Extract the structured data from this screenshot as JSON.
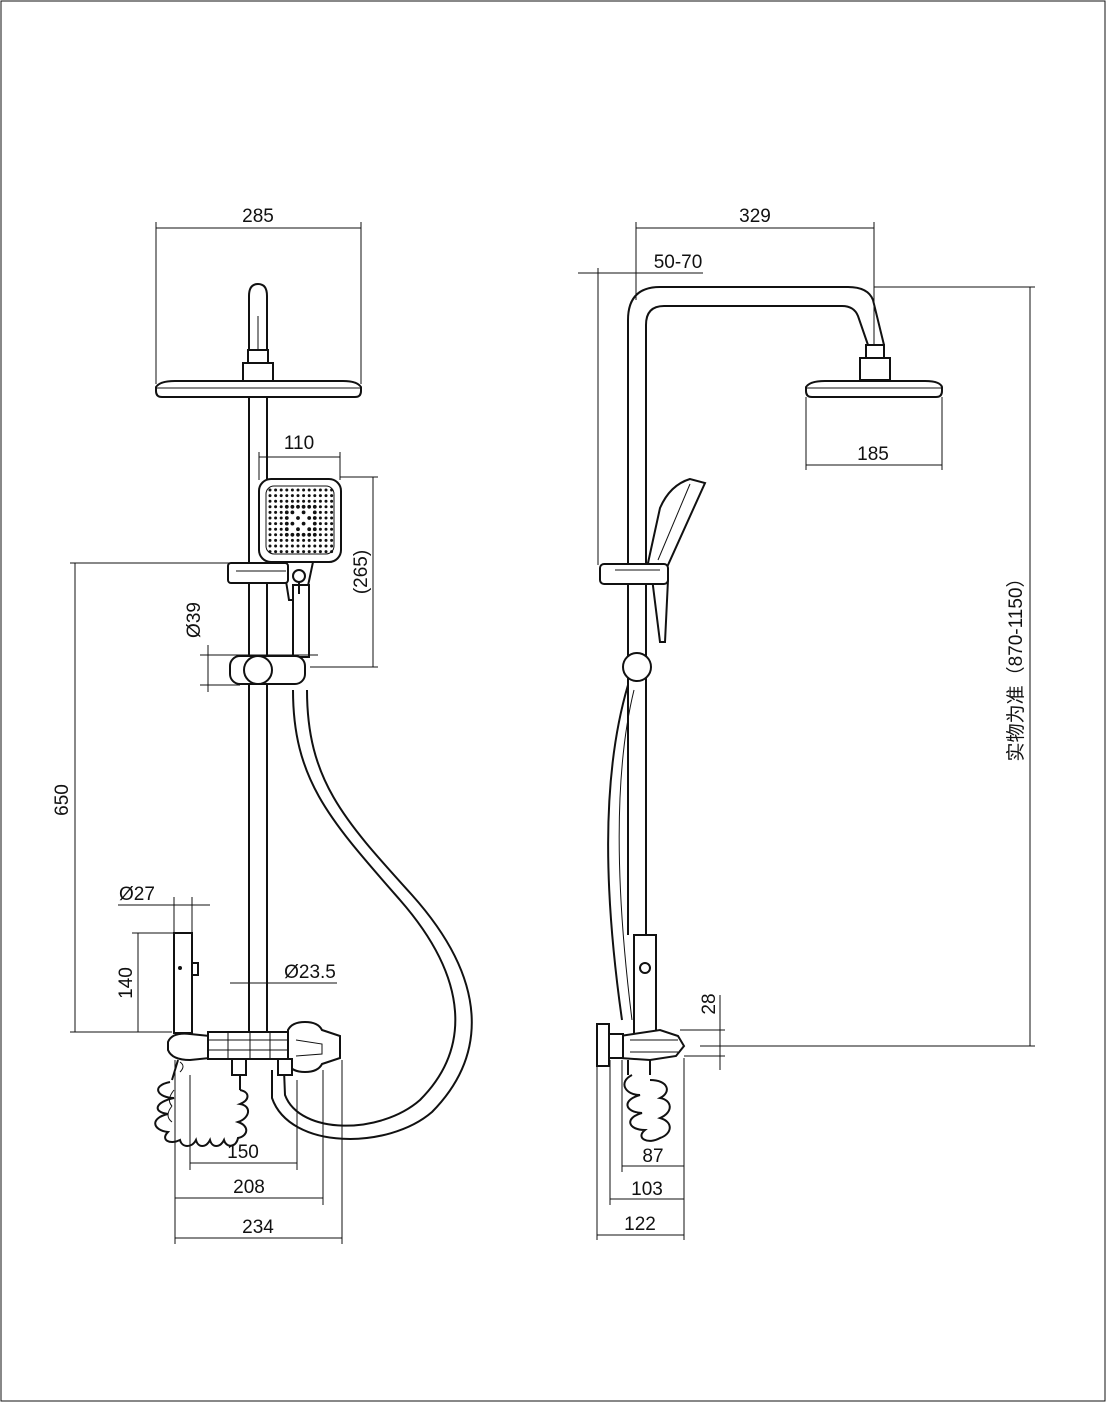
{
  "front_view": {
    "width_showerhead": "285",
    "width_handheld": "110",
    "height_handheld": "(265)",
    "diameter_slider": "Ø39",
    "height_650": "650",
    "diameter_spout": "Ø27",
    "height_spout": "140",
    "diameter_pipe": "Ø23.5",
    "width_150": "150",
    "width_208": "208",
    "width_234": "234"
  },
  "side_view": {
    "arm_reach": "329",
    "wall_offset": "50-70",
    "head_diameter": "185",
    "total_height": "实物为准（870-1150）",
    "valve_height": "28",
    "depth_87": "87",
    "depth_103": "103",
    "depth_122": "122"
  }
}
